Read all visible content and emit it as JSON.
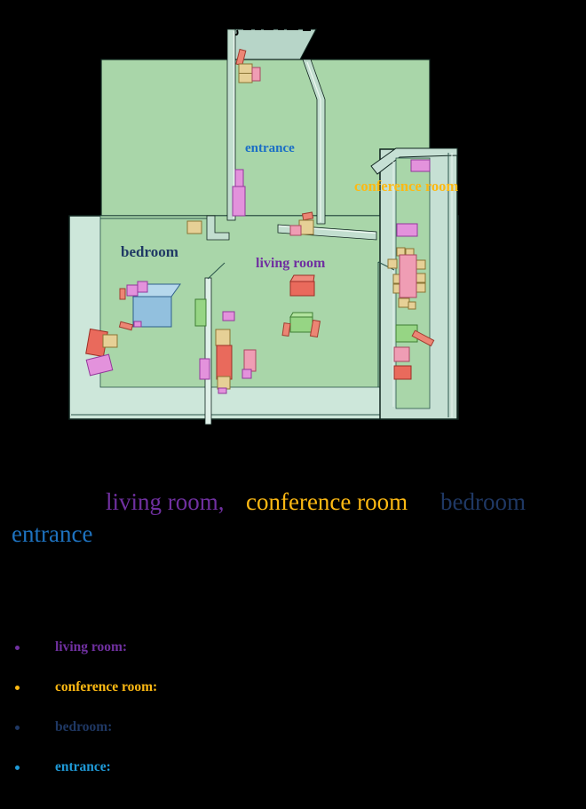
{
  "figure": {
    "map_labels": {
      "entrance": {
        "text": "entrance",
        "color": "#1a6ec6"
      },
      "conference_room": {
        "text": "conference room",
        "color": "#fdb913"
      },
      "bedroom": {
        "text": "bedroom",
        "color": "#1f3864"
      },
      "living_room": {
        "text": "living room",
        "color": "#7030a0"
      }
    },
    "floor_colors": {
      "green_floor": "#a9d6a9",
      "teal_base": "#cde7da",
      "wall": "#c2decf"
    }
  },
  "caption": {
    "visible_words": [
      {
        "text": "living room,",
        "color": "#7030a0"
      },
      {
        "text": "conference room",
        "color": "#fdb913"
      },
      {
        "text": "bedroom",
        "color": "#1f3864"
      },
      {
        "text": "entrance",
        "color": "#1e72bf"
      }
    ]
  },
  "bullet_list": {
    "items": [
      {
        "label": "living room:",
        "color": "#7030a0"
      },
      {
        "label": "conference room:",
        "color": "#fdb913"
      },
      {
        "label": "bedroom:",
        "color": "#1f3864"
      },
      {
        "label": "entrance:",
        "color": "#1f9ad7"
      }
    ]
  }
}
